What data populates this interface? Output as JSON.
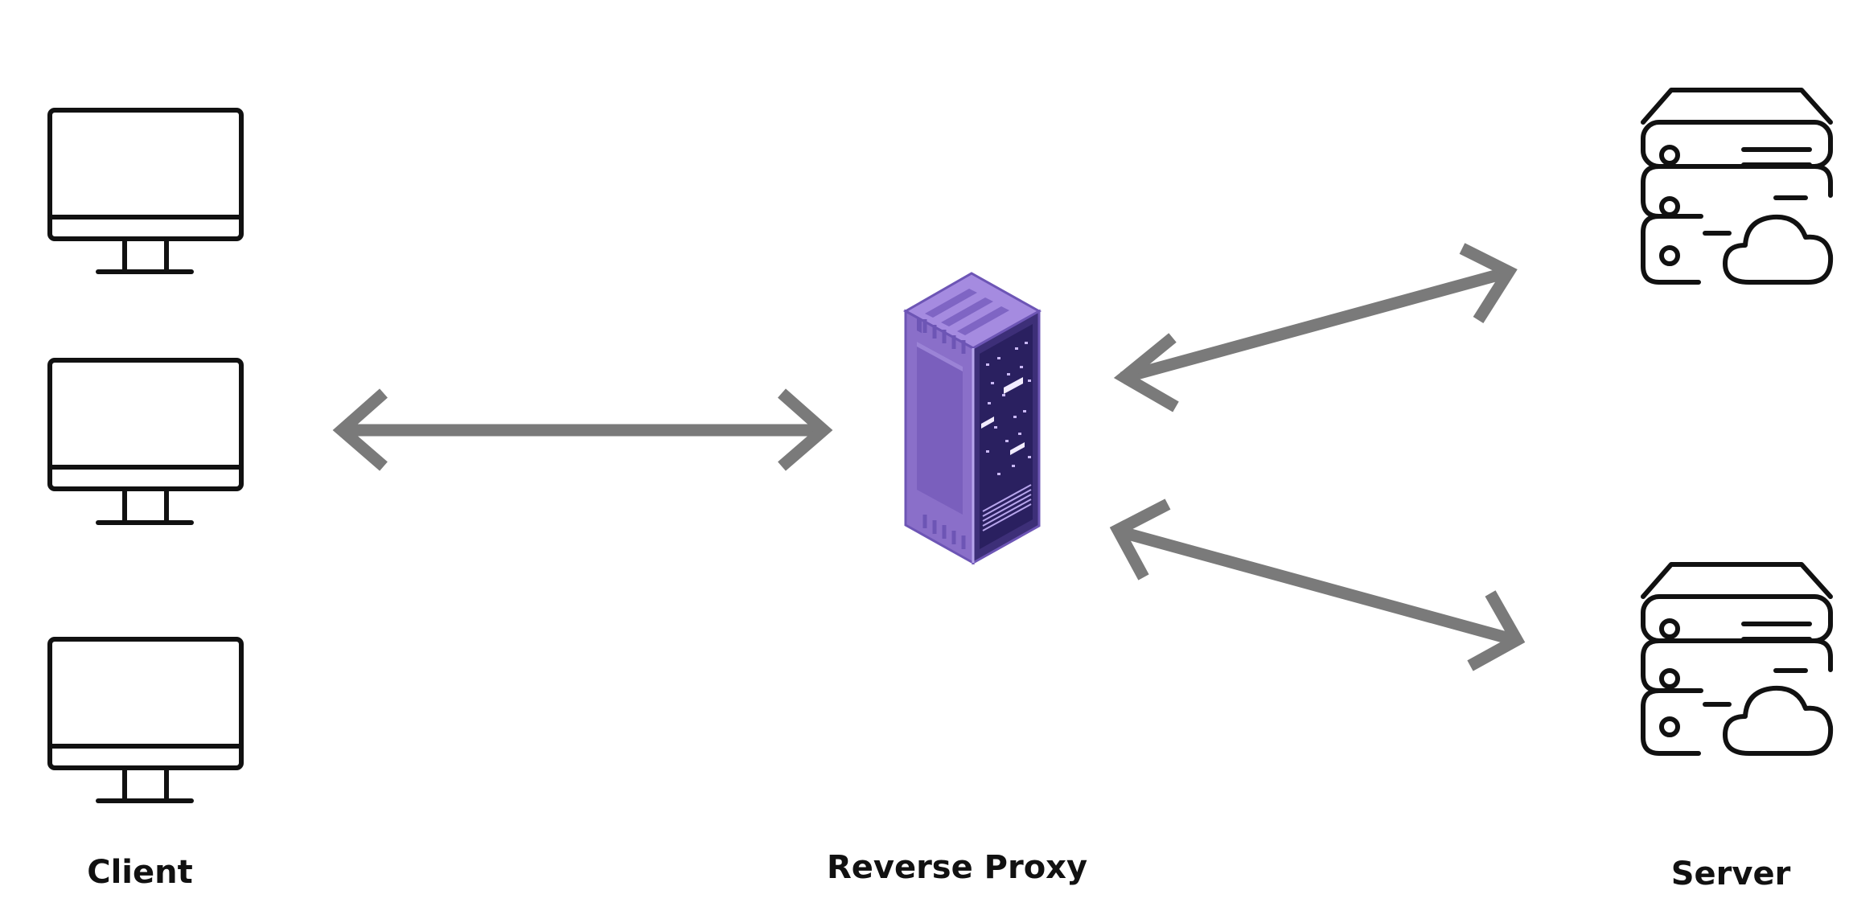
{
  "labels": {
    "client": "Client",
    "proxy": "Reverse Proxy",
    "server": "Server"
  },
  "nodes": {
    "clients": [
      {
        "icon": "monitor-icon"
      },
      {
        "icon": "monitor-icon"
      },
      {
        "icon": "monitor-icon"
      }
    ],
    "proxy": {
      "icon": "server-rack-icon"
    },
    "servers": [
      {
        "icon": "cloud-server-icon"
      },
      {
        "icon": "cloud-server-icon"
      }
    ]
  },
  "connections": [
    {
      "from": "client",
      "to": "proxy",
      "direction": "bidirectional"
    },
    {
      "from": "proxy",
      "to": "server-1",
      "direction": "bidirectional"
    },
    {
      "from": "proxy",
      "to": "server-2",
      "direction": "bidirectional"
    }
  ],
  "colors": {
    "icon_stroke": "#111111",
    "arrow": "#7a7a7a",
    "rack_front": "#8a6fc9",
    "rack_side": "#3d2f78",
    "rack_top": "#a58be0",
    "background": "#ffffff"
  }
}
